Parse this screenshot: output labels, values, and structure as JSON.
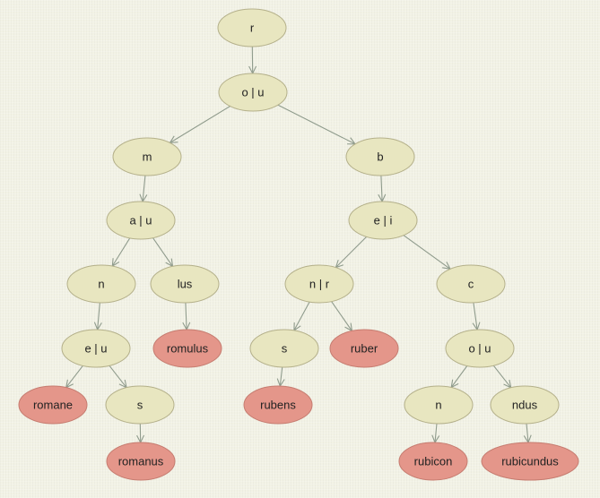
{
  "diagram": {
    "colors": {
      "inner_fill": "#e8e6c0",
      "inner_stroke": "#b4b08a",
      "leaf_fill": "#e4968a",
      "leaf_stroke": "#c67c70",
      "edge": "#8f9b8c"
    },
    "nodes": [
      {
        "id": "n_r",
        "label": "r",
        "leaf": false
      },
      {
        "id": "n_ou1",
        "label": "o | u",
        "leaf": false
      },
      {
        "id": "n_m",
        "label": "m",
        "leaf": false
      },
      {
        "id": "n_b",
        "label": "b",
        "leaf": false
      },
      {
        "id": "n_au",
        "label": "a | u",
        "leaf": false
      },
      {
        "id": "n_ei",
        "label": "e | i",
        "leaf": false
      },
      {
        "id": "n_n1",
        "label": "n",
        "leaf": false
      },
      {
        "id": "n_lus",
        "label": "lus",
        "leaf": false
      },
      {
        "id": "n_nr",
        "label": "n | r",
        "leaf": false
      },
      {
        "id": "n_c",
        "label": "c",
        "leaf": false
      },
      {
        "id": "n_eu",
        "label": "e | u",
        "leaf": false
      },
      {
        "id": "n_romulus",
        "label": "romulus",
        "leaf": true
      },
      {
        "id": "n_s1",
        "label": "s",
        "leaf": false
      },
      {
        "id": "n_ruber",
        "label": "ruber",
        "leaf": true
      },
      {
        "id": "n_ou2",
        "label": "o | u",
        "leaf": false
      },
      {
        "id": "n_romane",
        "label": "romane",
        "leaf": true
      },
      {
        "id": "n_s2",
        "label": "s",
        "leaf": false
      },
      {
        "id": "n_rubens",
        "label": "rubens",
        "leaf": true
      },
      {
        "id": "n_n2",
        "label": "n",
        "leaf": false
      },
      {
        "id": "n_ndus",
        "label": "ndus",
        "leaf": false
      },
      {
        "id": "n_romanus",
        "label": "romanus",
        "leaf": true
      },
      {
        "id": "n_rubicon",
        "label": "rubicon",
        "leaf": true
      },
      {
        "id": "n_rubicundus",
        "label": "rubicundus",
        "leaf": true
      }
    ],
    "edges": [
      [
        "n_r",
        "n_ou1"
      ],
      [
        "n_ou1",
        "n_m"
      ],
      [
        "n_ou1",
        "n_b"
      ],
      [
        "n_m",
        "n_au"
      ],
      [
        "n_b",
        "n_ei"
      ],
      [
        "n_au",
        "n_n1"
      ],
      [
        "n_au",
        "n_lus"
      ],
      [
        "n_ei",
        "n_nr"
      ],
      [
        "n_ei",
        "n_c"
      ],
      [
        "n_n1",
        "n_eu"
      ],
      [
        "n_lus",
        "n_romulus"
      ],
      [
        "n_nr",
        "n_s1"
      ],
      [
        "n_nr",
        "n_ruber"
      ],
      [
        "n_c",
        "n_ou2"
      ],
      [
        "n_eu",
        "n_romane"
      ],
      [
        "n_eu",
        "n_s2"
      ],
      [
        "n_s1",
        "n_rubens"
      ],
      [
        "n_ou2",
        "n_n2"
      ],
      [
        "n_ou2",
        "n_ndus"
      ],
      [
        "n_s2",
        "n_romanus"
      ],
      [
        "n_n2",
        "n_rubicon"
      ],
      [
        "n_ndus",
        "n_rubicundus"
      ]
    ]
  }
}
